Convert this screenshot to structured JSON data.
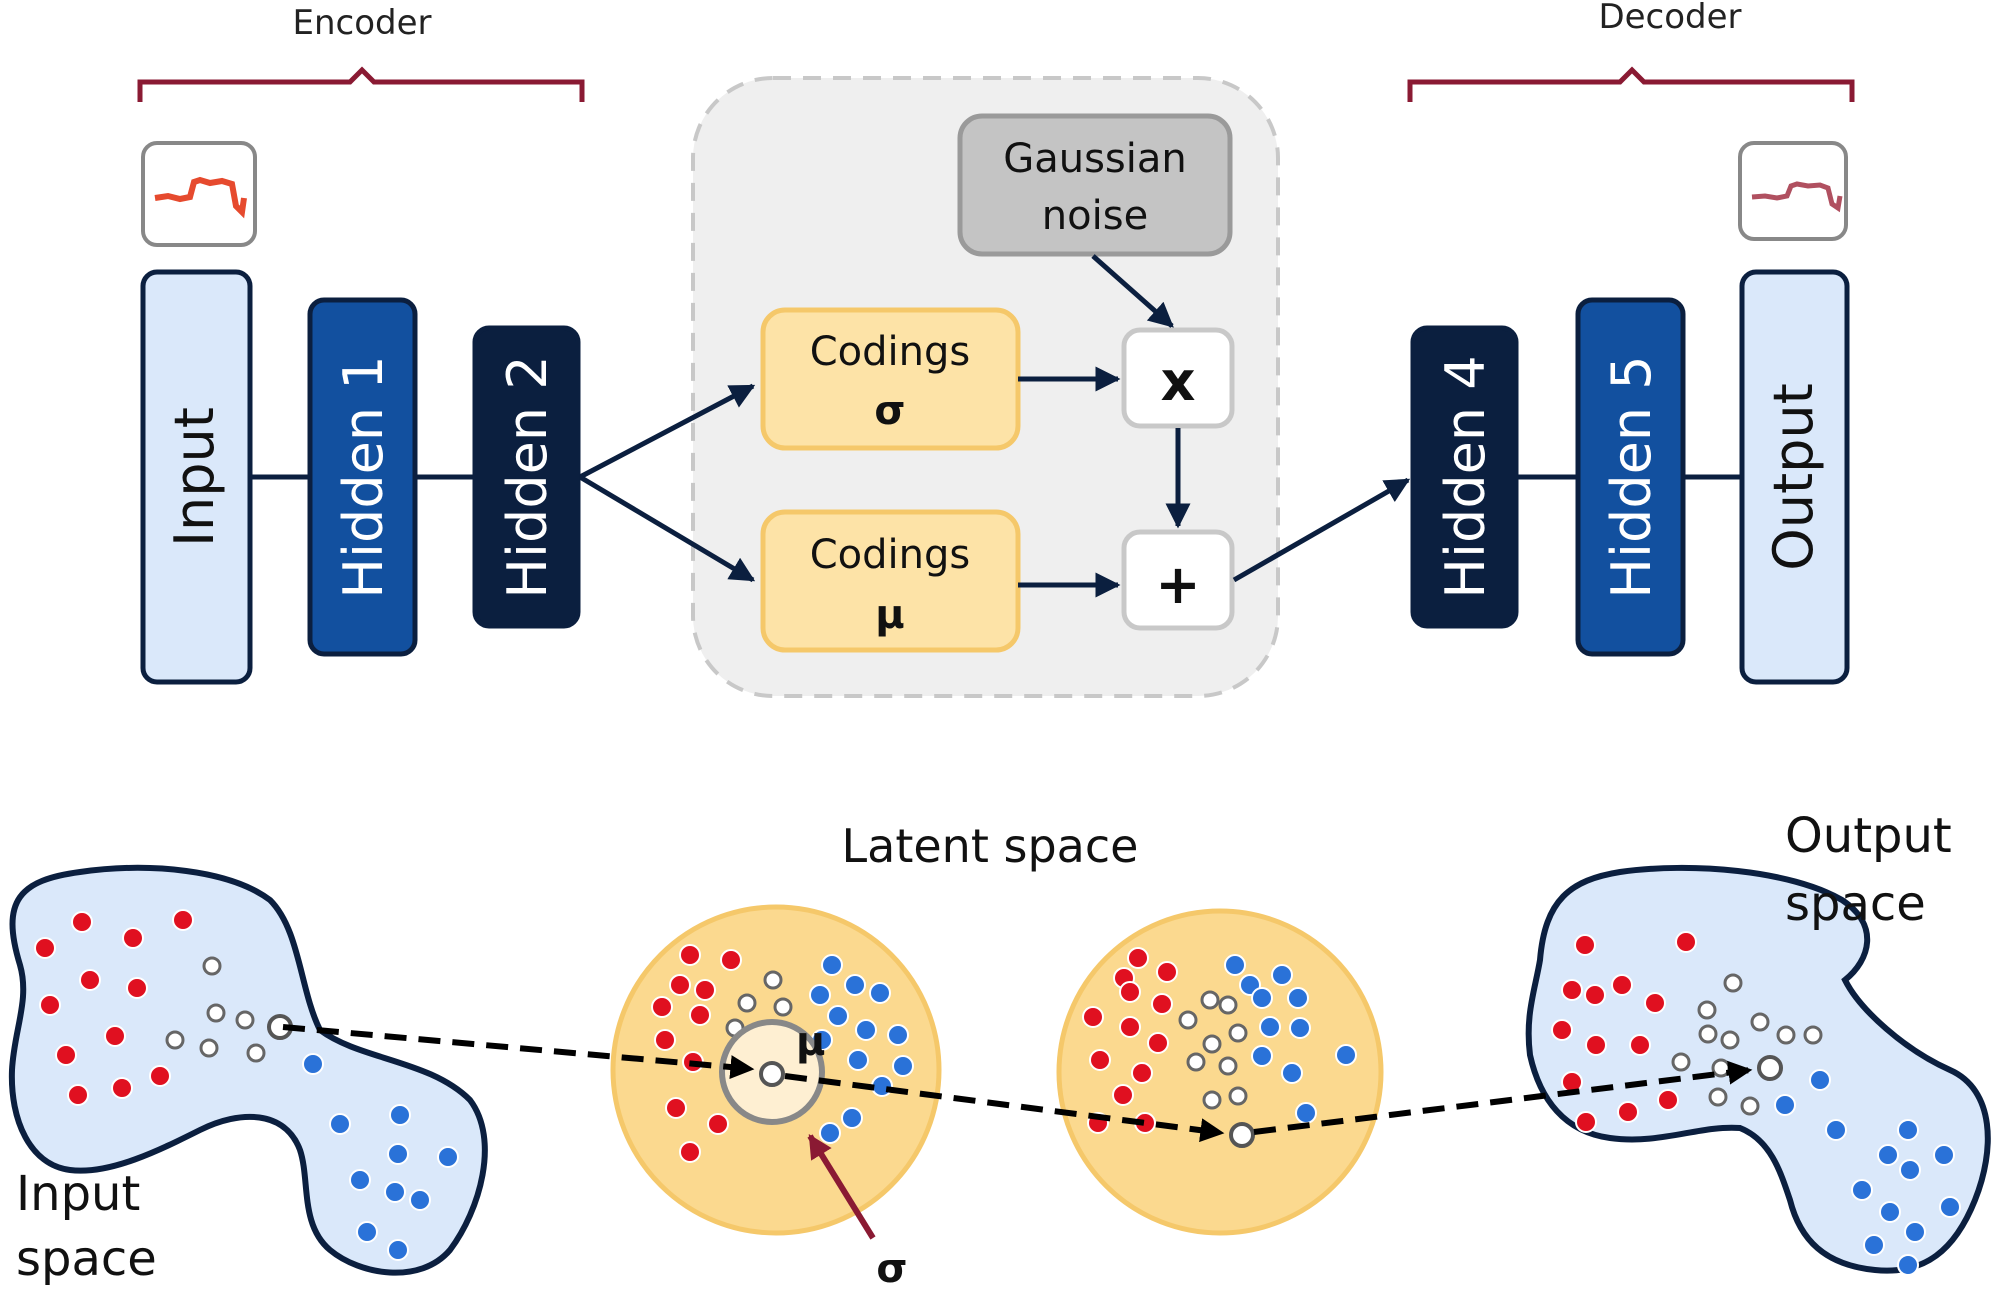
{
  "encoder": {
    "label": "Encoder"
  },
  "decoder": {
    "label": "Decoder"
  },
  "layers": {
    "input": "Input",
    "hidden1": "Hidden 1",
    "hidden2": "Hidden 2",
    "hidden4": "Hidden 4",
    "hidden5": "Hidden 5",
    "output": "Output"
  },
  "sampling": {
    "noise_line1": "Gaussian",
    "noise_line2": "noise",
    "codings_sigma_line1": "Codings",
    "codings_sigma_line2": "σ",
    "codings_mu_line1": "Codings",
    "codings_mu_line2": "μ",
    "multiply": "x",
    "add": "+"
  },
  "spaces": {
    "input_line1": "Input",
    "input_line2": "space",
    "latent": "Latent space",
    "output_line1": "Output",
    "output_line2": "space",
    "mu": "μ",
    "sigma": "σ"
  },
  "colors": {
    "light_layer": "#dae8fa",
    "mid_blue": "#12509f",
    "dark_navy": "#0b1f3f",
    "coding_fill": "#fde3a7",
    "coding_stroke": "#f5c86a",
    "bracket": "#8a1a33",
    "red_point": "#e01020",
    "blue_point": "#2a72d8",
    "latent_fill": "#fbd98f",
    "space_fill": "#dae8fa"
  }
}
